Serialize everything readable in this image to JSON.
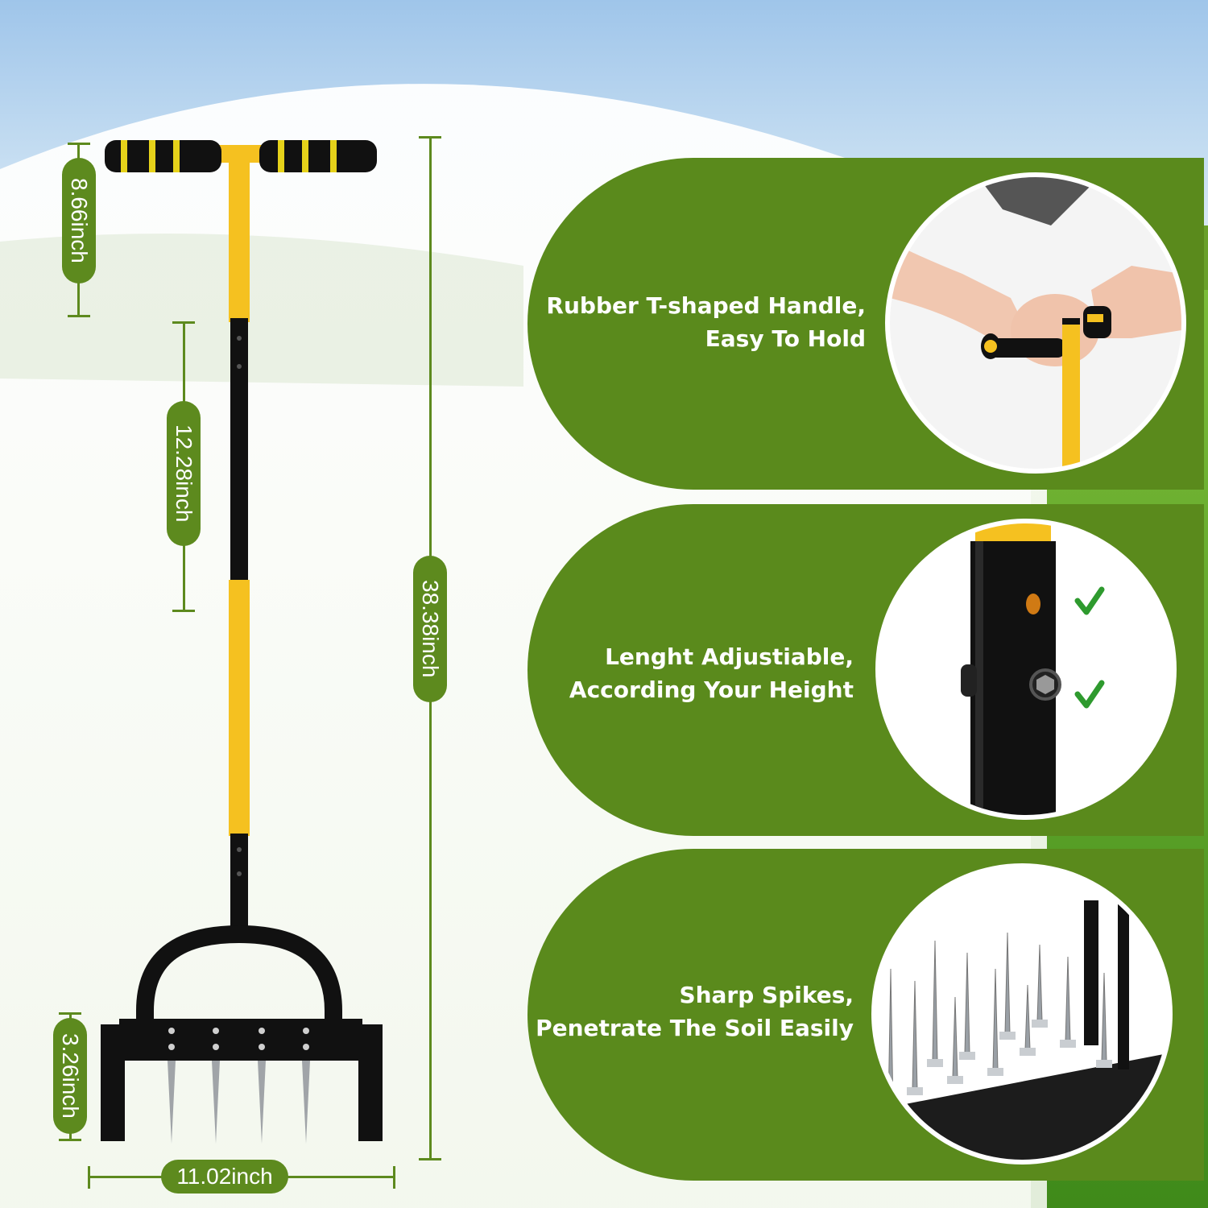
{
  "dimensions": {
    "handle_width": "8.66inch",
    "adjust_segment": "12.28inch",
    "total_height": "38.38inch",
    "spike_height": "3.26inch",
    "base_width": "11.02inch"
  },
  "features": [
    {
      "line1": "Rubber T-shaped Handle,",
      "line2": "Easy To Hold",
      "icon": "handle-grip-photo"
    },
    {
      "line1": "Lenght Adjustiable,",
      "line2": "According Your Height",
      "icon": "adjust-holes-photo"
    },
    {
      "line1": "Sharp Spikes,",
      "line2": "Penetrate The Soil Easily",
      "icon": "spikes-photo"
    }
  ],
  "colors": {
    "accent_green": "#5a8a1c",
    "handle_yellow": "#f5c120",
    "shaft_black": "#111111",
    "check_green": "#2e9a2e"
  }
}
